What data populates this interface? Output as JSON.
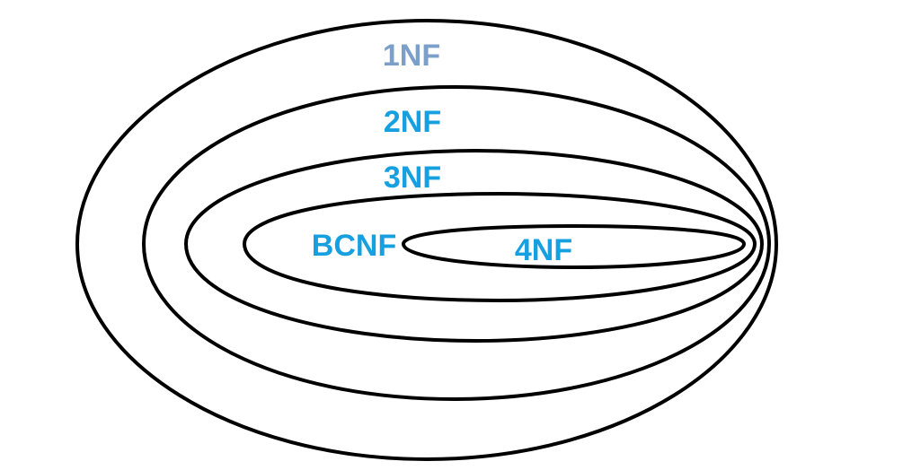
{
  "levels": [
    {
      "label": "1NF",
      "color": "#7b9fc9"
    },
    {
      "label": "2NF",
      "color": "#16a0e0"
    },
    {
      "label": "3NF",
      "color": "#16a0e0"
    },
    {
      "label": "BCNF",
      "color": "#16a0e0"
    },
    {
      "label": "4NF",
      "color": "#16a0e0"
    }
  ]
}
